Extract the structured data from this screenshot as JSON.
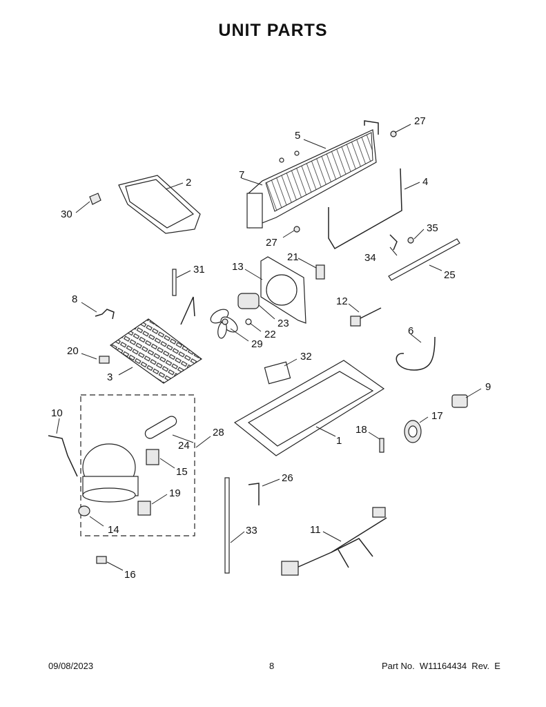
{
  "page": {
    "title": "UNIT PARTS",
    "footer": {
      "date": "09/08/2023",
      "page_number": "8",
      "part_number": "Part No.  W11164434  Rev.  E"
    }
  },
  "callouts": {
    "c1": "1",
    "c2": "2",
    "c3": "3",
    "c4": "4",
    "c5": "5",
    "c6": "6",
    "c7": "7",
    "c8": "8",
    "c9": "9",
    "c10": "10",
    "c11": "11",
    "c12": "12",
    "c13": "13",
    "c14": "14",
    "c15": "15",
    "c16": "16",
    "c17": "17",
    "c18": "18",
    "c19": "19",
    "c20": "20",
    "c21": "21",
    "c22": "22",
    "c23": "23",
    "c24": "24",
    "c25": "25",
    "c26": "26",
    "c27a": "27",
    "c27b": "27",
    "c28": "28",
    "c29": "29",
    "c30": "30",
    "c31": "31",
    "c32": "32",
    "c33": "33",
    "c34": "34",
    "c35": "35"
  }
}
